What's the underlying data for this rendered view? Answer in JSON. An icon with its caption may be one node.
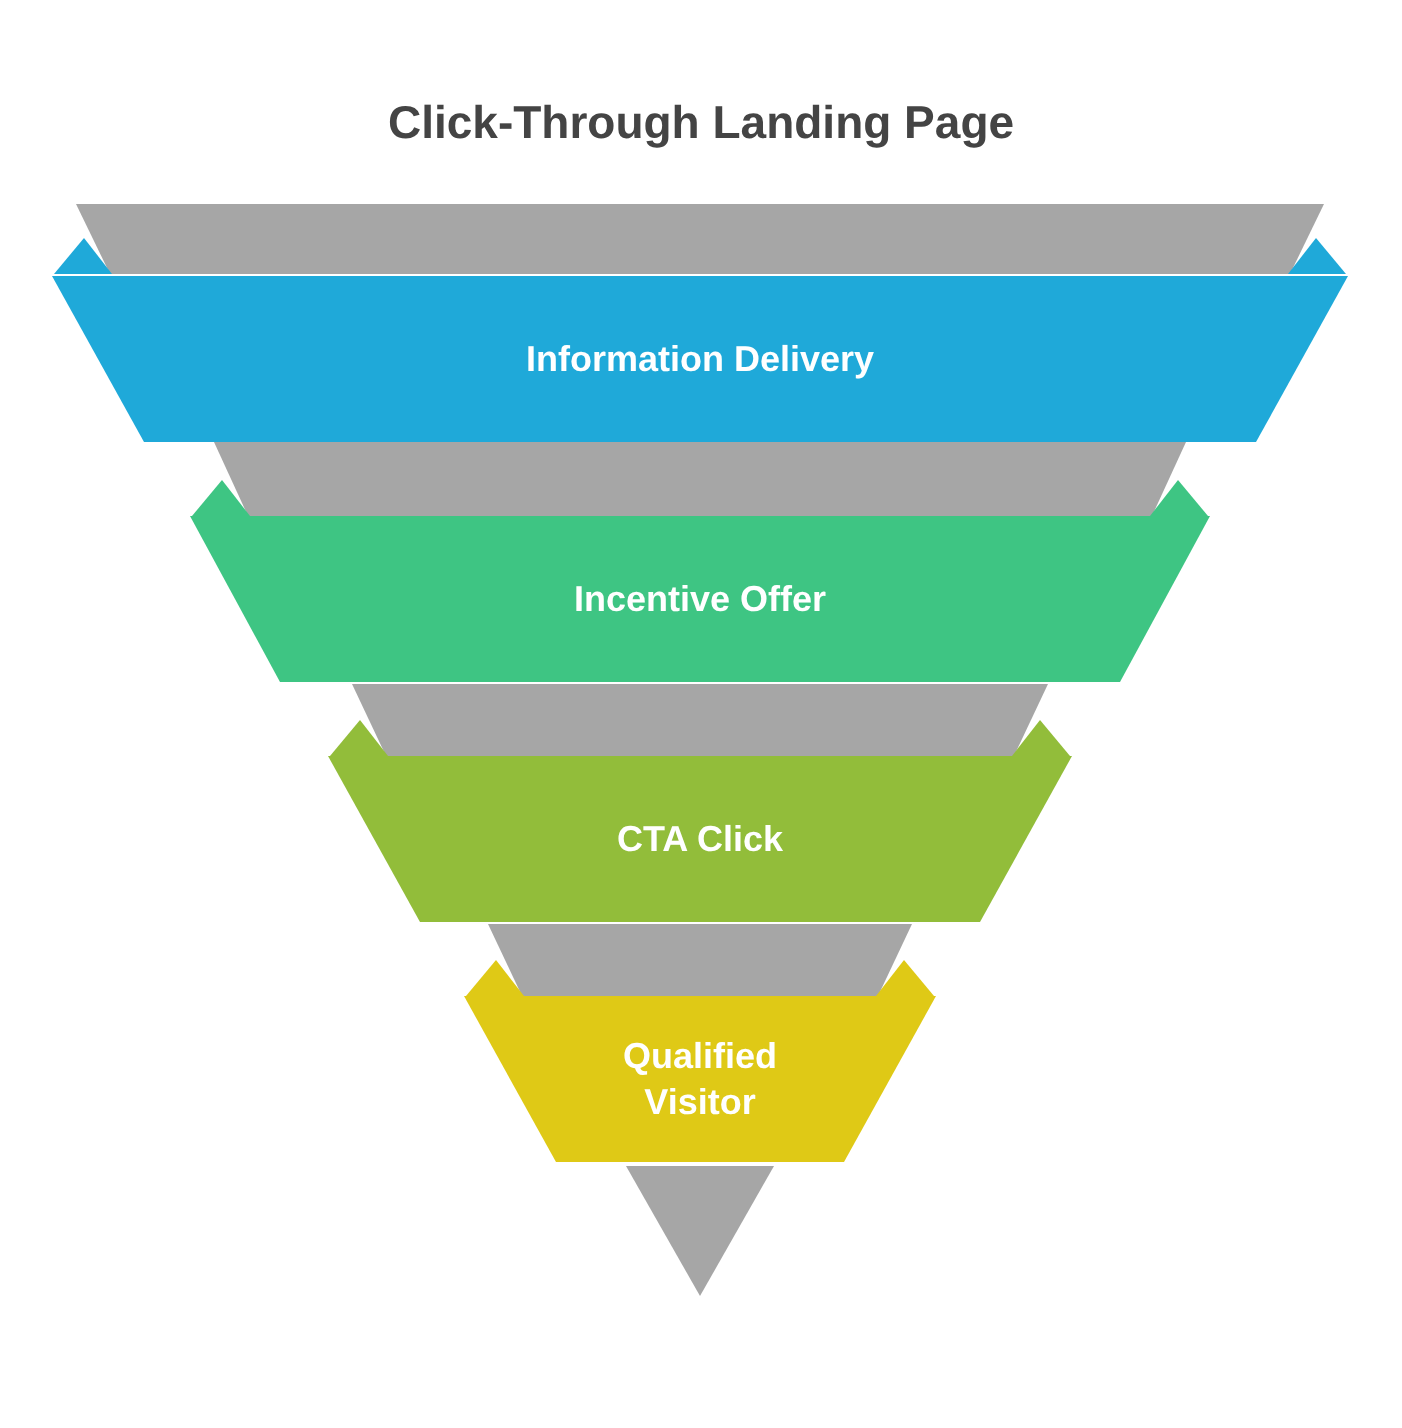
{
  "diagram": {
    "title": "Click-Through Landing Page",
    "nodes": [
      {
        "text": [
          "Information Delivery"
        ]
      },
      {
        "text": [
          "Incentive Offer"
        ]
      },
      {
        "text": [
          "CTA Click"
        ]
      },
      {
        "text": [
          "Qualified Visitor"
        ]
      }
    ]
  }
}
